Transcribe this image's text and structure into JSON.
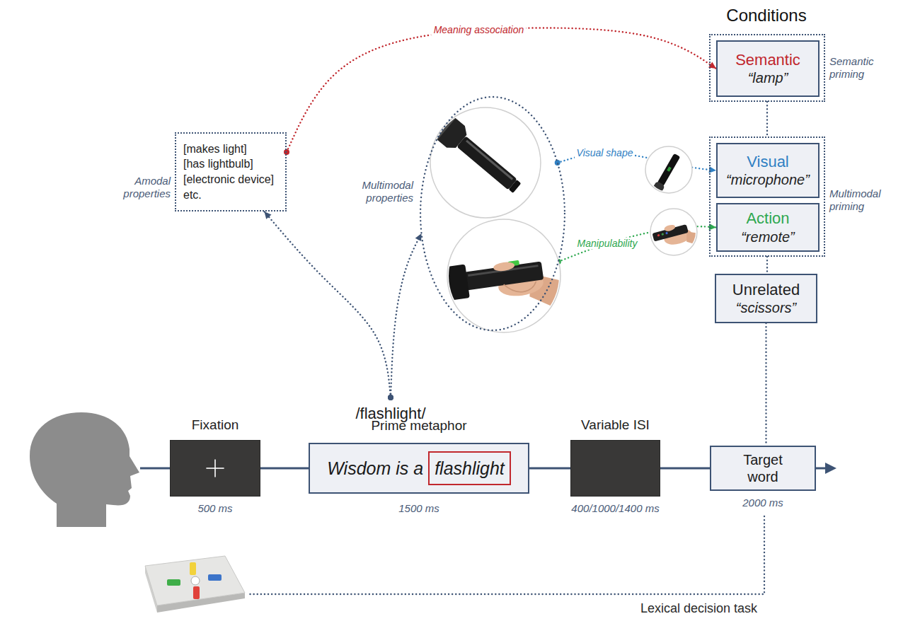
{
  "diagram": {
    "nodes": [
      {
        "text": [
          "Amodal properties",
          "[makes light]",
          "[has lightbulb]",
          "[electronic device]",
          "etc."
        ]
      },
      {
        "text": [
          "Multimodal properties"
        ]
      },
      {
        "text": [
          "/flashlight/"
        ]
      },
      {
        "text": [
          "Semantic priming"
        ]
      },
      {
        "text": [
          "Semantic",
          "“lamp”"
        ],
        "in": 3
      },
      {
        "text": [
          "Multimodal priming"
        ]
      },
      {
        "text": [
          "Visual",
          "“microphone”"
        ],
        "in": 5
      },
      {
        "text": [
          "Action",
          "“remote”"
        ],
        "in": 5
      },
      {
        "text": [
          "Unrelated",
          "“scissors”"
        ]
      },
      {
        "text": [
          "Fixation",
          "500 ms"
        ]
      },
      {
        "text": [
          "Prime metaphor",
          "Wisdom is a",
          "1500 ms"
        ]
      },
      {
        "text": [
          "flashlight"
        ],
        "in": 10
      },
      {
        "text": [
          "Variable ISI",
          "400/1000/1400 ms"
        ]
      },
      {
        "text": [
          "Target word",
          "2000 ms"
        ]
      }
    ],
    "edges": [
      {
        "from": 0,
        "to": 4,
        "label": "Meaning association",
        "arrow": "to"
      },
      {
        "from": 1,
        "to": 6,
        "label": "Visual shape",
        "arrow": "to"
      },
      {
        "from": 1,
        "to": 7,
        "label": "Manipulability",
        "arrow": "to"
      },
      {
        "from": 2,
        "to": 0,
        "arrow": "to"
      },
      {
        "from": 2,
        "to": 1,
        "arrow": "to"
      },
      {
        "from": 3,
        "to": 5,
        "arrow": "none"
      },
      {
        "from": 5,
        "to": 8,
        "arrow": "none"
      },
      {
        "from": 8,
        "to": 13,
        "arrow": "none"
      },
      {
        "from": 9,
        "to": 10,
        "arrow": "none"
      },
      {
        "from": 10,
        "to": 12,
        "arrow": "none"
      },
      {
        "from": 12,
        "to": 13,
        "arrow": "none"
      }
    ],
    "labels": [
      "Conditions",
      "Lexical decision task"
    ]
  }
}
